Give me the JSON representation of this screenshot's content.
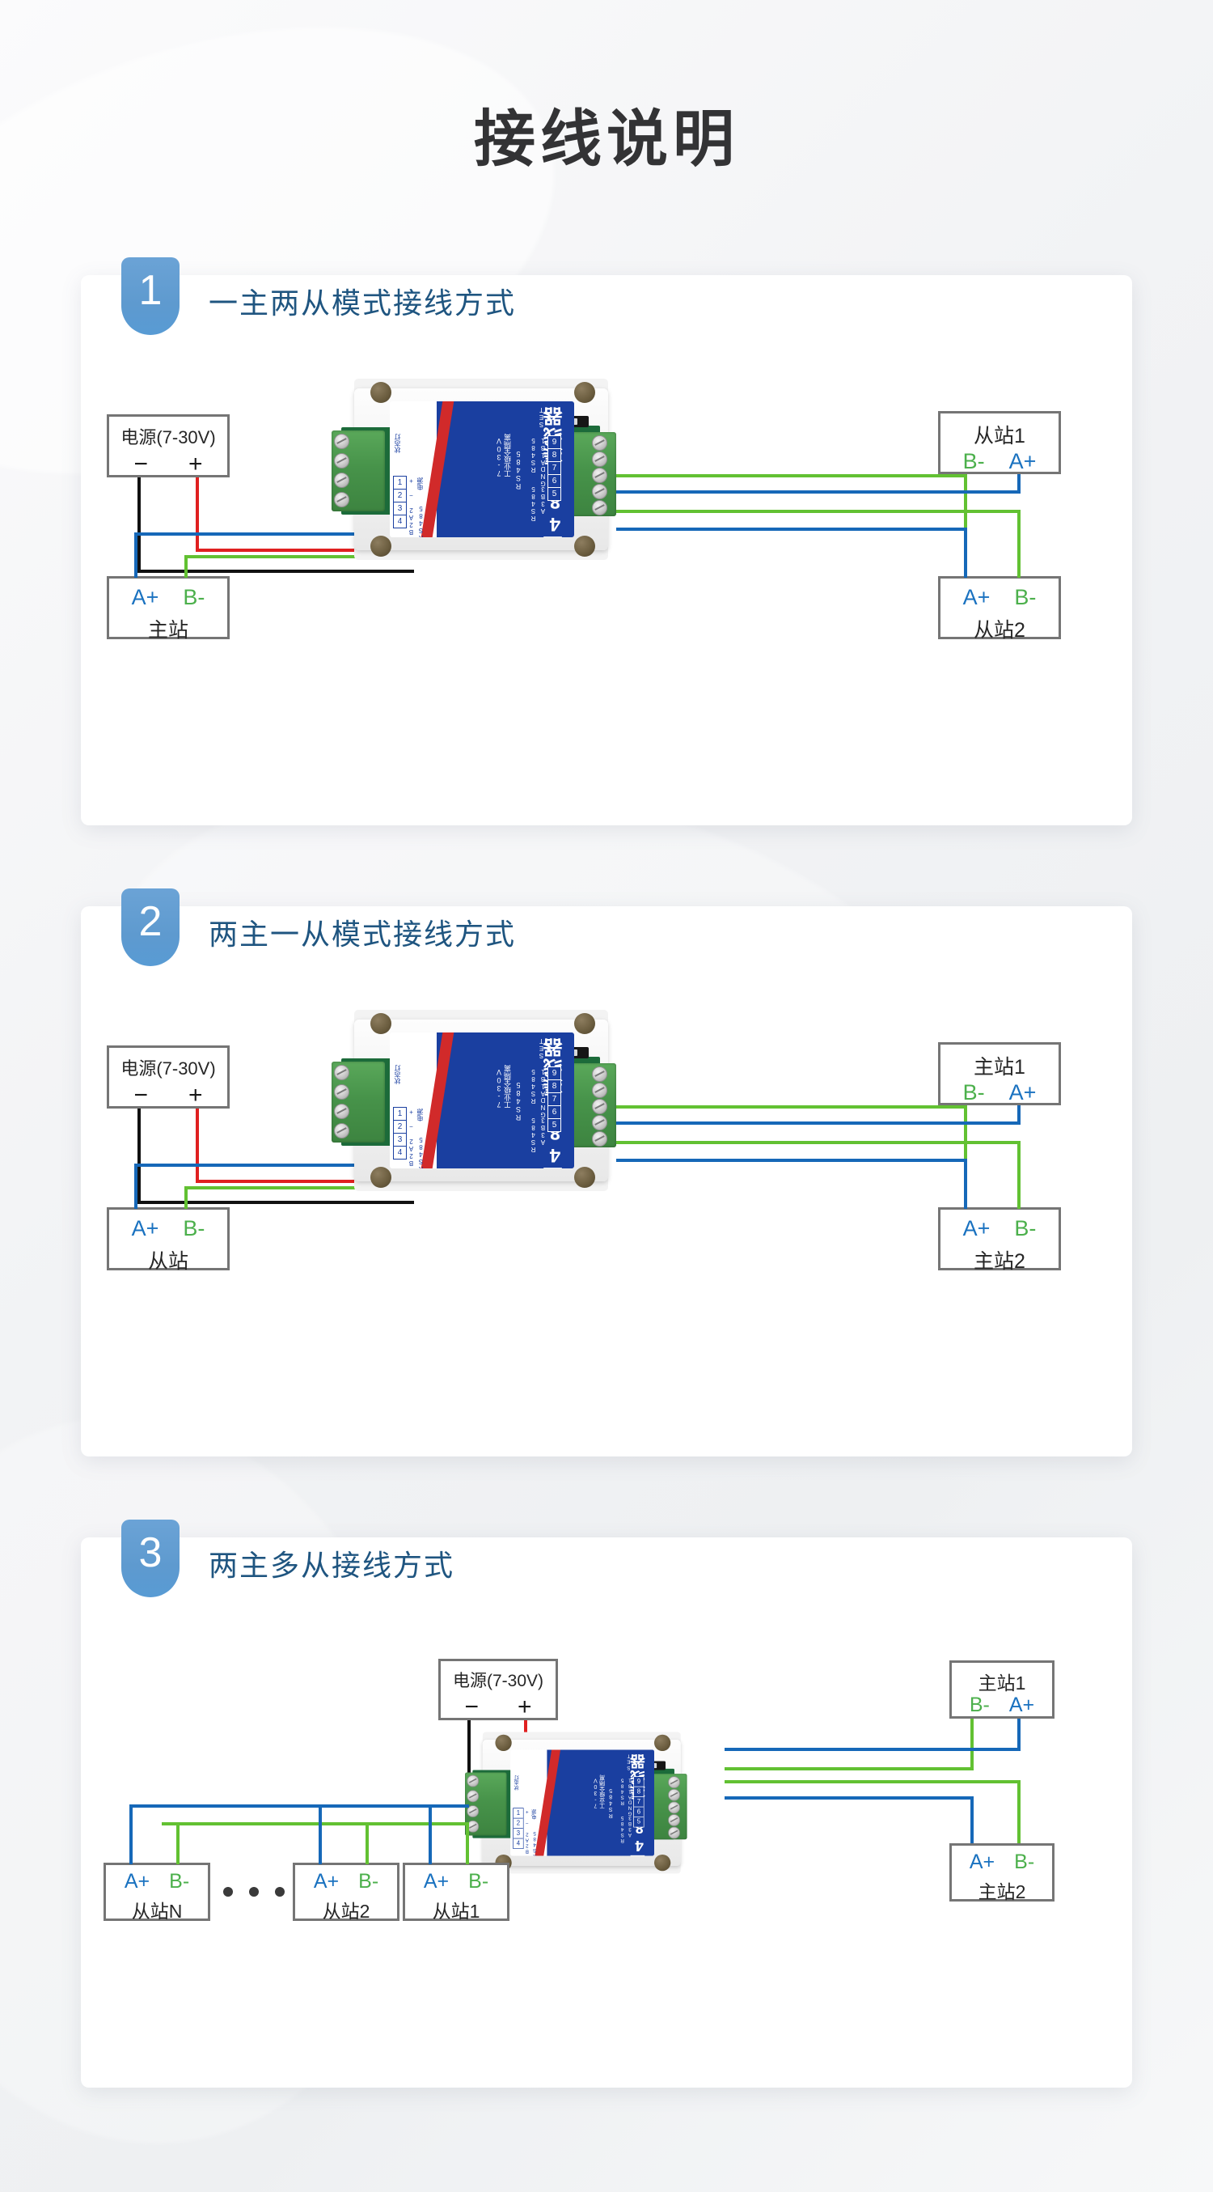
{
  "page": {
    "title": "接线说明"
  },
  "device": {
    "brand": "缓存型485集线器",
    "features": [
      "RS485",
      "工业级全隔离",
      "7-30V"
    ],
    "set_label": "SET",
    "status_light_label": "状态灯",
    "left_terminal_numbers": [
      "1",
      "2",
      "3",
      "4"
    ],
    "left_power_label": "电源",
    "left_power_signs": [
      "+",
      "−"
    ],
    "left_rs485_label": "RS485",
    "left_rs485_pins": [
      "A2",
      "B2"
    ],
    "right_terminal_numbers": [
      "9",
      "8",
      "7",
      "6",
      "5"
    ],
    "right_pin_labels": [
      "B1",
      "A1",
      "GND",
      "B3",
      "A3"
    ],
    "right_rs485_label_top": "RS485",
    "right_rs485_label_bottom": "RS485"
  },
  "sections": [
    {
      "number": "1",
      "title": "一主两从模式接线方式",
      "power_box": {
        "title": "电源(7-30V)",
        "minus": "−",
        "plus": "+"
      },
      "left_box": {
        "a": "A+",
        "b": "B-",
        "name": "主站"
      },
      "right_top_box": {
        "name": "从站1",
        "b": "B-",
        "a": "A+"
      },
      "right_bottom_box": {
        "a": "A+",
        "b": "B-",
        "name": "从站2"
      }
    },
    {
      "number": "2",
      "title": "两主一从模式接线方式",
      "power_box": {
        "title": "电源(7-30V)",
        "minus": "−",
        "plus": "+"
      },
      "left_box": {
        "a": "A+",
        "b": "B-",
        "name": "从站"
      },
      "right_top_box": {
        "name": "主站1",
        "b": "B-",
        "a": "A+"
      },
      "right_bottom_box": {
        "a": "A+",
        "b": "B-",
        "name": "主站2"
      }
    },
    {
      "number": "3",
      "title": "两主多从接线方式",
      "power_box": {
        "title": "电源(7-30V)",
        "minus": "−",
        "plus": "+"
      },
      "right_top_box": {
        "name": "主站1",
        "b": "B-",
        "a": "A+"
      },
      "right_bottom_box": {
        "a": "A+",
        "b": "B-",
        "name": "主站2"
      },
      "slaves": [
        {
          "a": "A+",
          "b": "B-",
          "name": "从站N"
        },
        {
          "a": "A+",
          "b": "B-",
          "name": "从站2"
        },
        {
          "a": "A+",
          "b": "B-",
          "name": "从站1"
        }
      ]
    }
  ],
  "colors": {
    "accent_blue": "#1f5580",
    "badge_blue": "#5e9acf",
    "wire_a_blue": "#1668b8",
    "wire_b_green": "#62c132",
    "wire_power_red": "#e02020",
    "wire_power_black": "#111111",
    "label_blue": "#1a3fa0",
    "label_red": "#d12a2a"
  }
}
